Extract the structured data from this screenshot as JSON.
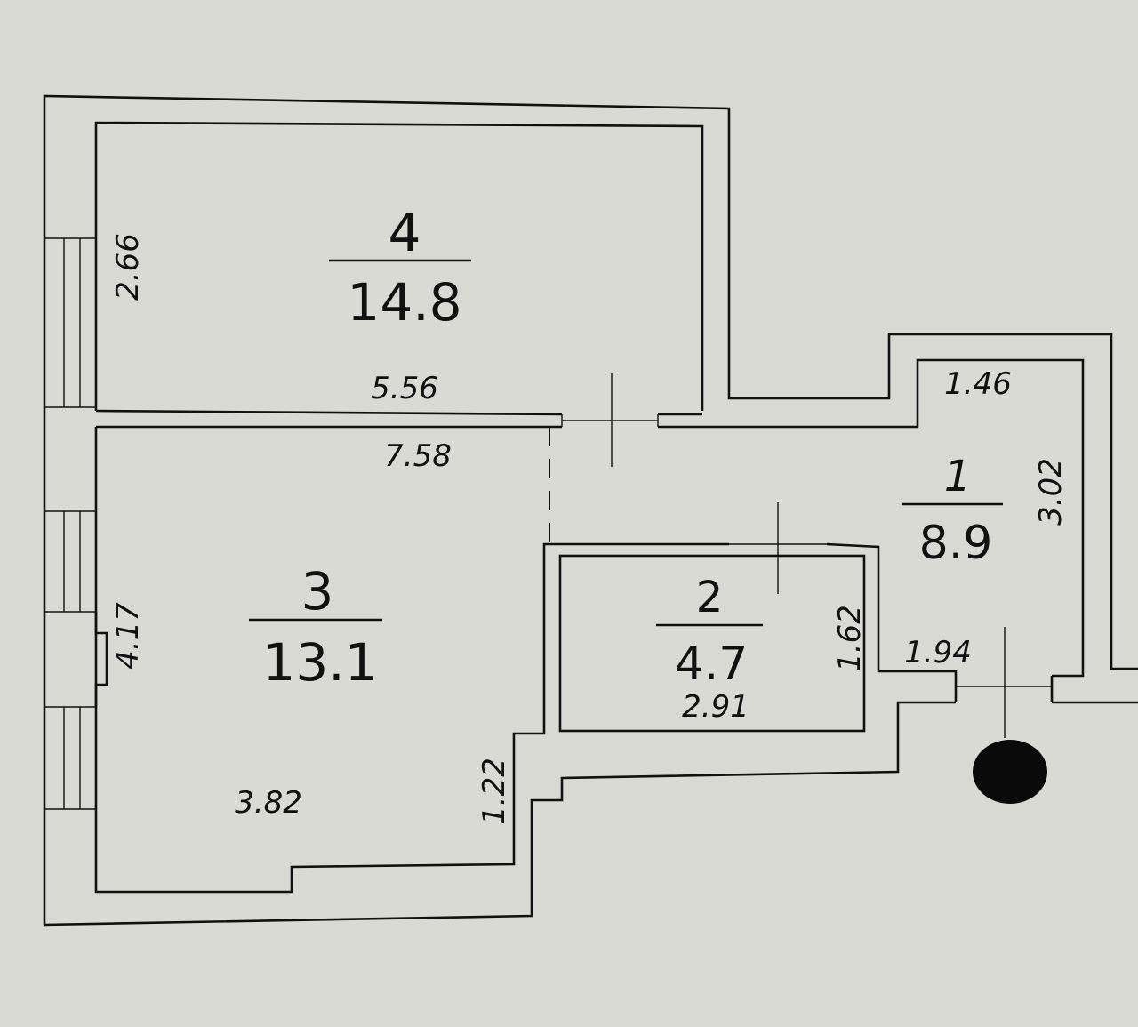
{
  "rooms": [
    {
      "number": "1",
      "area": "8.9"
    },
    {
      "number": "2",
      "area": "4.7"
    },
    {
      "number": "3",
      "area": "13.1"
    },
    {
      "number": "4",
      "area": "14.8"
    }
  ],
  "dimensions": {
    "room4_height": "2.66",
    "room4_width": "5.56",
    "room3_top": "7.58",
    "room3_height": "4.17",
    "room3_bottom": "3.82",
    "room3_step": "1.22",
    "room2_width": "2.91",
    "room2_height": "1.62",
    "room1_top": "1.46",
    "room1_height": "3.02",
    "room1_bottom": "1.94"
  }
}
